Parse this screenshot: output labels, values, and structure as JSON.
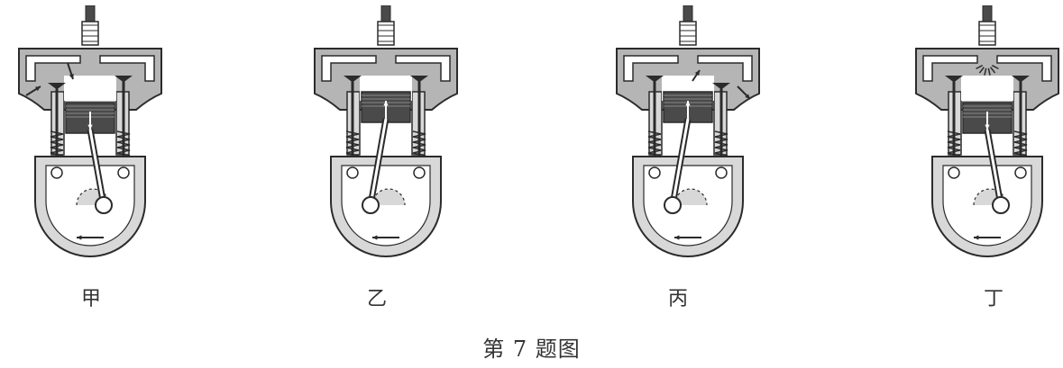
{
  "figure": {
    "caption": "第 7 题图",
    "strokes": [
      {
        "label": "甲",
        "piston": "down",
        "intake_valve": "open",
        "exhaust_valve": "closed"
      },
      {
        "label": "乙",
        "piston": "up",
        "intake_valve": "closed",
        "exhaust_valve": "closed"
      },
      {
        "label": "丙",
        "piston": "up",
        "intake_valve": "closed",
        "exhaust_valve": "open"
      },
      {
        "label": "丁",
        "piston": "down",
        "intake_valve": "closed",
        "exhaust_valve": "closed"
      }
    ]
  },
  "colors": {
    "line": "#2b2b2b",
    "fill_light": "#d8d8d8",
    "fill_mid": "#b5b5b5",
    "fill_dark": "#4a4a4a",
    "background": "#ffffff"
  }
}
